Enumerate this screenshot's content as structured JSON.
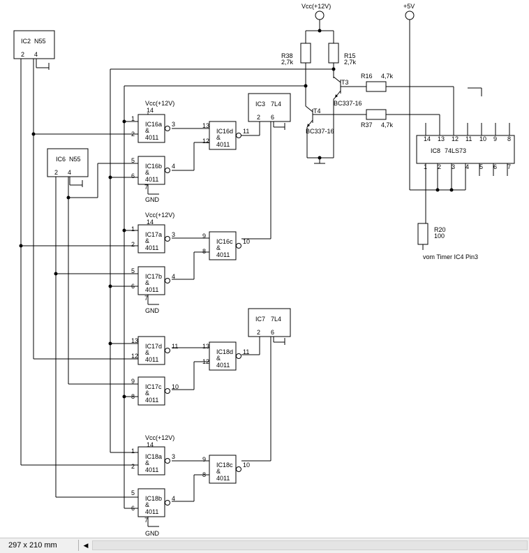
{
  "ics": {
    "ic2": {
      "name": "IC2",
      "type": "N55",
      "pin2": "2",
      "pin4": "4"
    },
    "ic6": {
      "name": "IC6",
      "type": "N55",
      "pin2": "2",
      "pin4": "4"
    },
    "ic3": {
      "name": "IC3",
      "type": "7L4",
      "pin2": "2",
      "pin6": "6"
    },
    "ic7": {
      "name": "IC7",
      "type": "7L4",
      "pin2": "2",
      "pin6": "6"
    },
    "ic8": {
      "name": "IC8",
      "type": "74LS73",
      "top_pins": [
        "14",
        "13",
        "12",
        "11",
        "10",
        "9",
        "8"
      ],
      "bottom_pins": [
        "1",
        "2",
        "3",
        "4",
        "5",
        "6",
        "7"
      ]
    }
  },
  "gates": [
    {
      "id": "IC16a",
      "in1": "1",
      "in2": "2",
      "out": "3"
    },
    {
      "id": "IC16b",
      "in1": "5",
      "in2": "6",
      "out": "4"
    },
    {
      "id": "IC16d",
      "in1": "13",
      "in2": "12",
      "out": "11"
    },
    {
      "id": "IC17a",
      "in1": "1",
      "in2": "2",
      "out": "3"
    },
    {
      "id": "IC17b",
      "in1": "5",
      "in2": "6",
      "out": "4"
    },
    {
      "id": "IC16c",
      "in1": "9",
      "in2": "8",
      "out": "10"
    },
    {
      "id": "IC17d",
      "in1": "13",
      "in2": "12",
      "out": "11"
    },
    {
      "id": "IC17c",
      "in1": "9",
      "in2": "8",
      "out": "10"
    },
    {
      "id": "IC18d",
      "in1": "13",
      "in2": "12",
      "out": "11"
    },
    {
      "id": "IC18a",
      "in1": "1",
      "in2": "2",
      "out": "3"
    },
    {
      "id": "IC18b",
      "in1": "5",
      "in2": "6",
      "out": "4"
    },
    {
      "id": "IC18c",
      "in1": "9",
      "in2": "8",
      "out": "10"
    }
  ],
  "gate_symbol": "&",
  "gate_type": "4011",
  "power": {
    "vcc12": "Vcc(+12V)",
    "vcc5": "+5V",
    "gnd": "GND",
    "pin14": "14",
    "pin7": "7"
  },
  "components": {
    "r38": {
      "name": "R38",
      "value": "2,7k"
    },
    "r15": {
      "name": "R15",
      "value": "2,7k"
    },
    "r16": {
      "name": "R16",
      "value": "4,7k"
    },
    "r37": {
      "name": "R37",
      "value": "4,7k"
    },
    "r20": {
      "name": "R20",
      "value": "100"
    },
    "t3": {
      "name": "T3",
      "type": "BC337-16"
    },
    "t4": {
      "name": "T4",
      "type": "BC337-16"
    }
  },
  "notes": {
    "timer": "vom Timer IC4 Pin3"
  },
  "statusbar": {
    "page_size": "297 x 210 mm",
    "scroll_left_arrow": "◀"
  }
}
